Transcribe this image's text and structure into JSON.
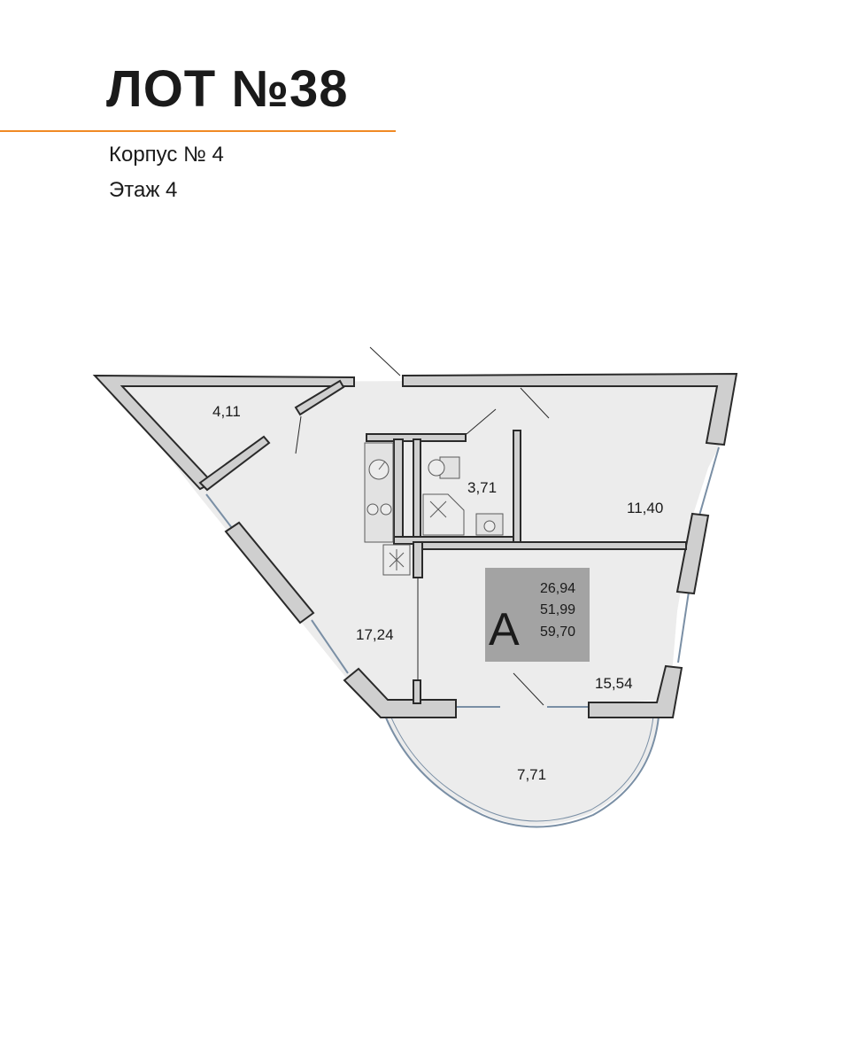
{
  "header": {
    "title": "ЛОТ №38",
    "building": "Корпус № 4",
    "floor": "Этаж 4"
  },
  "colors": {
    "accent": "#f08a24",
    "floor_fill": "#ececec",
    "wall_fill": "#cfcfcf",
    "wall_stroke": "#2a2a2a",
    "badge_fill": "#a3a3a3",
    "window": "#7a8fa5"
  },
  "rooms": [
    {
      "id": "storage",
      "area": "4,11"
    },
    {
      "id": "bathroom",
      "area": "3,71"
    },
    {
      "id": "bedroom",
      "area": "11,40"
    },
    {
      "id": "kitchen",
      "area": "17,24"
    },
    {
      "id": "living",
      "area": "15,54"
    },
    {
      "id": "balcony",
      "area": "7,71"
    }
  ],
  "summary": {
    "letter": "А",
    "values": [
      "26,94",
      "51,99",
      "59,70"
    ]
  },
  "icons": [
    "stove-icon",
    "sink-icon",
    "toilet-icon",
    "shower-icon",
    "washbasin-icon",
    "boiler-icon"
  ]
}
